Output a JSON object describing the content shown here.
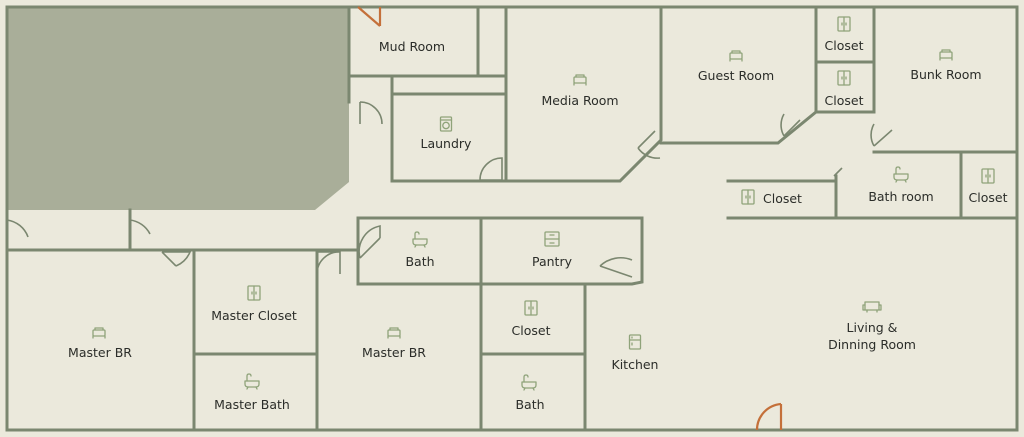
{
  "colors": {
    "background": "#ebe9dc",
    "wall": "#7b8770",
    "shaded_area": "#a9ae99",
    "icon": "#8fa37a",
    "entry_door": "#c4703a",
    "text": "#2b2d29"
  },
  "rooms": {
    "mud_room": "Mud Room",
    "laundry": "Laundry",
    "media_room": "Media Room",
    "guest_room": "Guest Room",
    "closet_top_1": "Closet",
    "closet_top_2": "Closet",
    "bunk_room": "Bunk Room",
    "closet_hall": "Closet",
    "bath_room": "Bath room",
    "closet_right": "Closet",
    "bath_center": "Bath",
    "pantry": "Pantry",
    "master_closet": "Master Closet",
    "master_br_left": "Master BR",
    "master_bath": "Master Bath",
    "master_br_center": "Master BR",
    "closet_center": "Closet",
    "bath_lower": "Bath",
    "kitchen": "Kitchen",
    "living_line1": "Living &",
    "living_line2": "Dinning Room"
  },
  "icons": {
    "laundry": "washer-icon",
    "media_room": "bed-icon",
    "guest_room": "bed-icon",
    "closet": "wardrobe-icon",
    "bunk_room": "bed-icon",
    "bath": "bathtub-icon",
    "pantry": "shelf-icon",
    "kitchen": "fridge-icon",
    "living": "sofa-icon"
  }
}
